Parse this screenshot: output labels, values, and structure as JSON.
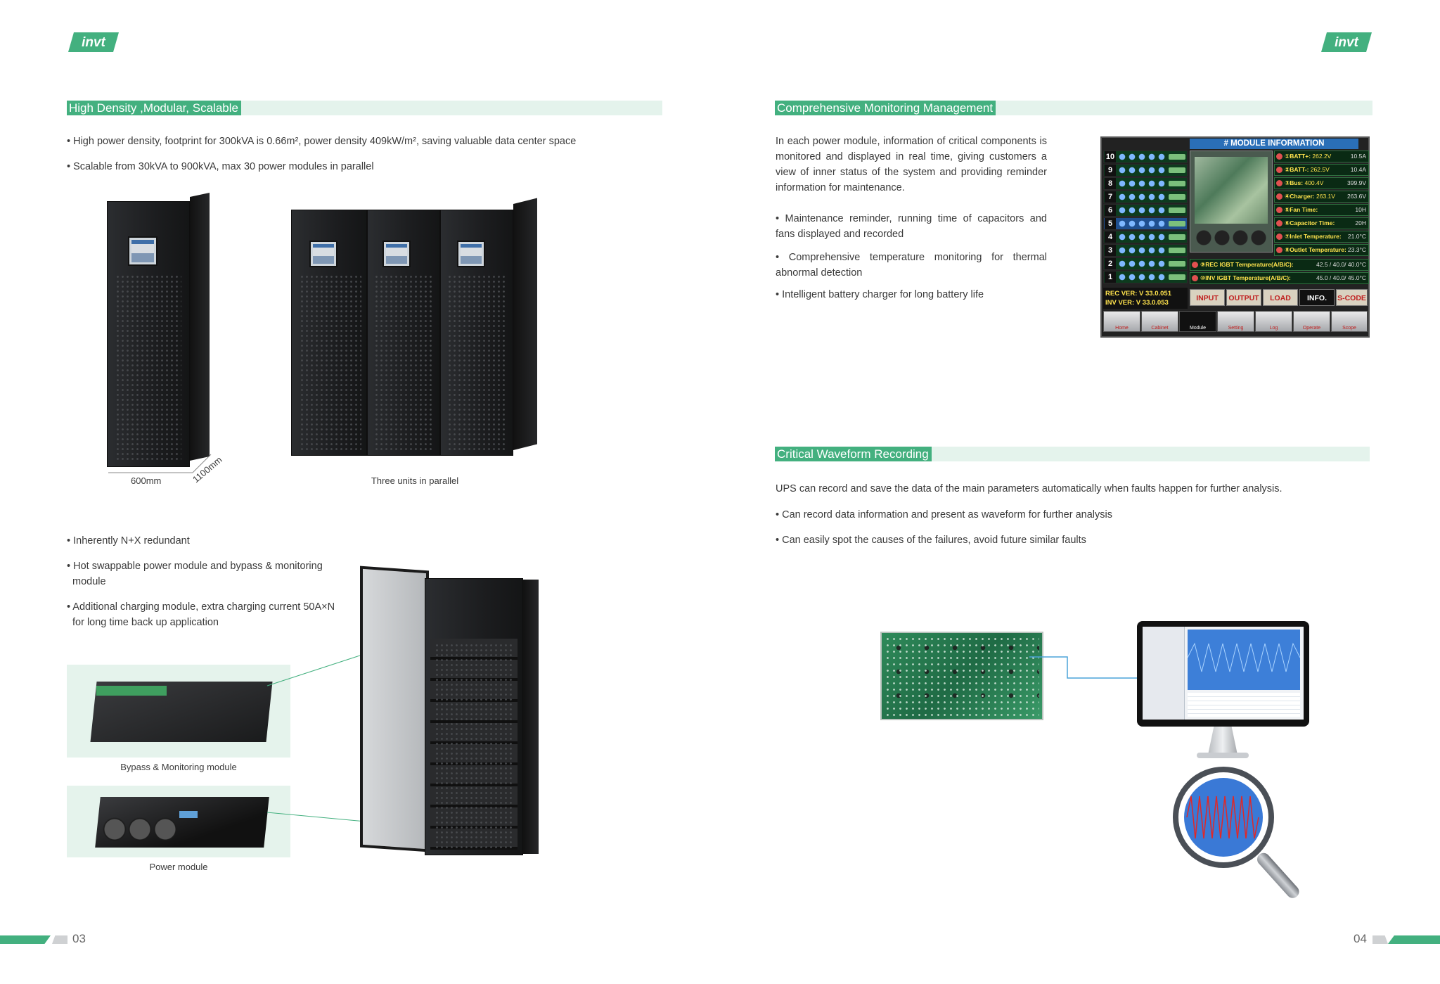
{
  "brand": {
    "logo_text": "invt",
    "accent": "#43b07f"
  },
  "left": {
    "section_title": "High Density ,Modular, Scalable",
    "bullets_top": [
      "• High power density, footprint for 300kVA is 0.66m², power density 409kW/m², saving valuable data center space",
      "• Scalable from 30kVA to 900kVA, max 30 power modules in parallel"
    ],
    "dim_width": "600mm",
    "dim_depth": "1100mm",
    "caption_parallel": "Three units in parallel",
    "bullets_bottom": [
      "• Inherently N+X redundant",
      "• Hot swappable power module and bypass & monitoring module",
      "• Additional charging module, extra charging current 50A×N for long time back up application"
    ],
    "caption_bypass": "Bypass & Monitoring module",
    "caption_power": "Power module",
    "page_number": "03"
  },
  "right": {
    "section1_title": "Comprehensive Monitoring Management",
    "section1_intro": "In each power module, information of critical components is monitored and displayed in real time, giving customers a view of inner status of the system and providing reminder information for maintenance.",
    "section1_bullets": [
      "• Maintenance reminder, running time of capacitors and fans displayed and recorded",
      "• Comprehensive temperature monitoring for thermal abnormal detection",
      "• Intelligent battery charger for long battery life"
    ],
    "monitor_screen": {
      "title": "# MODULE INFORMATION",
      "rows": [
        "10",
        "9",
        "8",
        "7",
        "6",
        "5",
        "4",
        "3",
        "2",
        "1"
      ],
      "values": [
        {
          "label": "①BATT+:",
          "v1": "262.2V",
          "v2": "10.5A"
        },
        {
          "label": "②BATT-:",
          "v1": "262.5V",
          "v2": "10.4A"
        },
        {
          "label": "③Bus:",
          "v1": "400.4V",
          "v2": "399.9V"
        },
        {
          "label": "④Charger:",
          "v1": "263.1V",
          "v2": "263.6V"
        },
        {
          "label": "⑤Fan Time:",
          "v1": "",
          "v2": "10H"
        },
        {
          "label": "⑥Capacitor Time:",
          "v1": "",
          "v2": "20H"
        },
        {
          "label": "⑦Inlet Temperature:",
          "v1": "",
          "v2": "21.0°C"
        },
        {
          "label": "⑧Outlet Temperature:",
          "v1": "",
          "v2": "23.3°C"
        }
      ],
      "wide_values": [
        {
          "label": "⑨REC IGBT Temperature(A/B/C):",
          "v": "42.5 / 40.0/ 40.0°C"
        },
        {
          "label": "⑩INV IGBT Temperature(A/B/C):",
          "v": "45.0 / 40.0/ 45.0°C"
        }
      ],
      "rec_ver": "REC VER: V 33.0.051",
      "inv_ver": "INV VER: V 33.0.053",
      "tabs": [
        "INPUT",
        "OUTPUT",
        "LOAD",
        "INFO.",
        "S-CODE"
      ],
      "nav": [
        "Home",
        "Cabinet",
        "Module",
        "Setting",
        "Log",
        "Operate",
        "Scope"
      ]
    },
    "section2_title": "Critical Waveform Recording",
    "section2_intro": "UPS can record and save the data of the main parameters automatically when faults happen for further analysis.",
    "section2_bullets": [
      "• Can record data information and present as waveform for further analysis",
      "• Can easily spot the causes of the failures, avoid future similar faults"
    ],
    "page_number": "04"
  }
}
